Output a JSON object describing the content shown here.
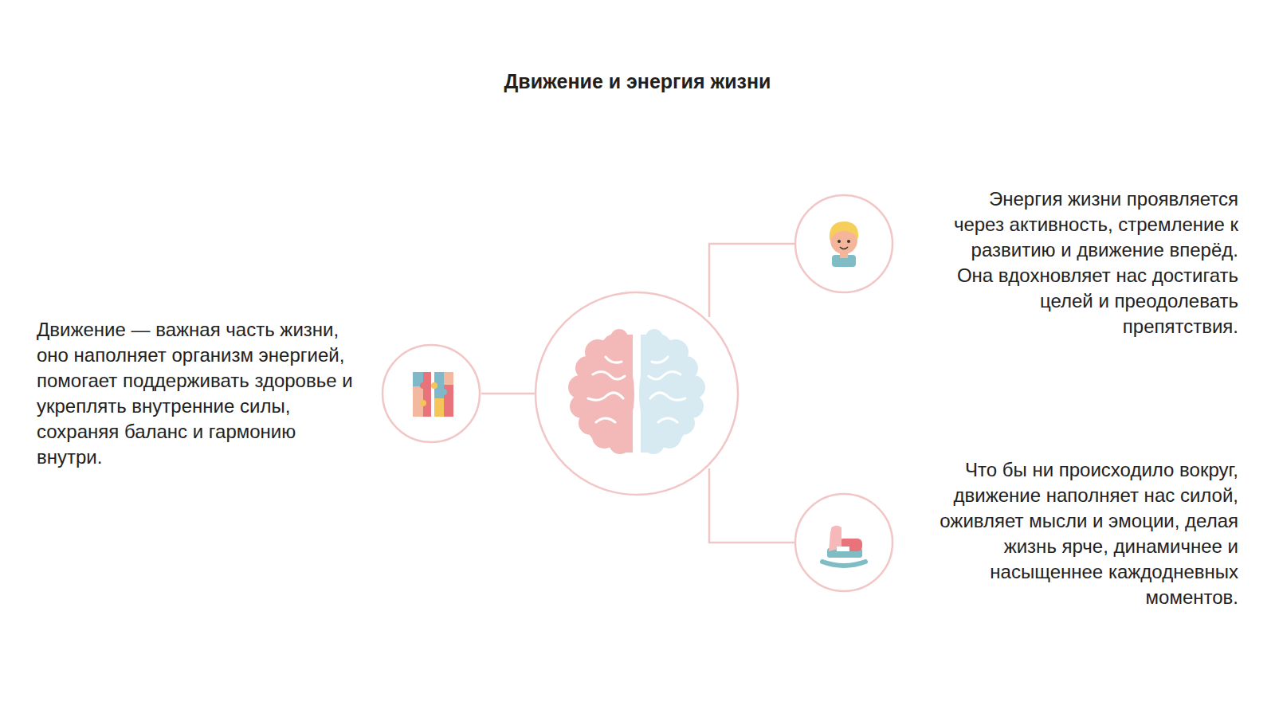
{
  "diagram": {
    "title": "Движение и энергия жизни",
    "nodes": [
      {
        "text": [
          "Движение — важная часть жизни, оно наполняет организм энергией, помогает поддерживать здоровье и укреплять внутренние силы, сохраняя баланс и гармонию внутри."
        ]
      },
      {
        "text": [
          "Энергия жизни проявляется через активность, стремление к развитию и движение вперёд. Она вдохновляет нас достигать целей и преодолевать препятствия."
        ]
      },
      {
        "text": [
          "Что бы ни происходило вокруг, движение наполняет нас силой, оживляет мысли и эмоции, делая жизнь ярче, динамичнее и насыщеннее каждодневных моментов."
        ]
      }
    ]
  }
}
